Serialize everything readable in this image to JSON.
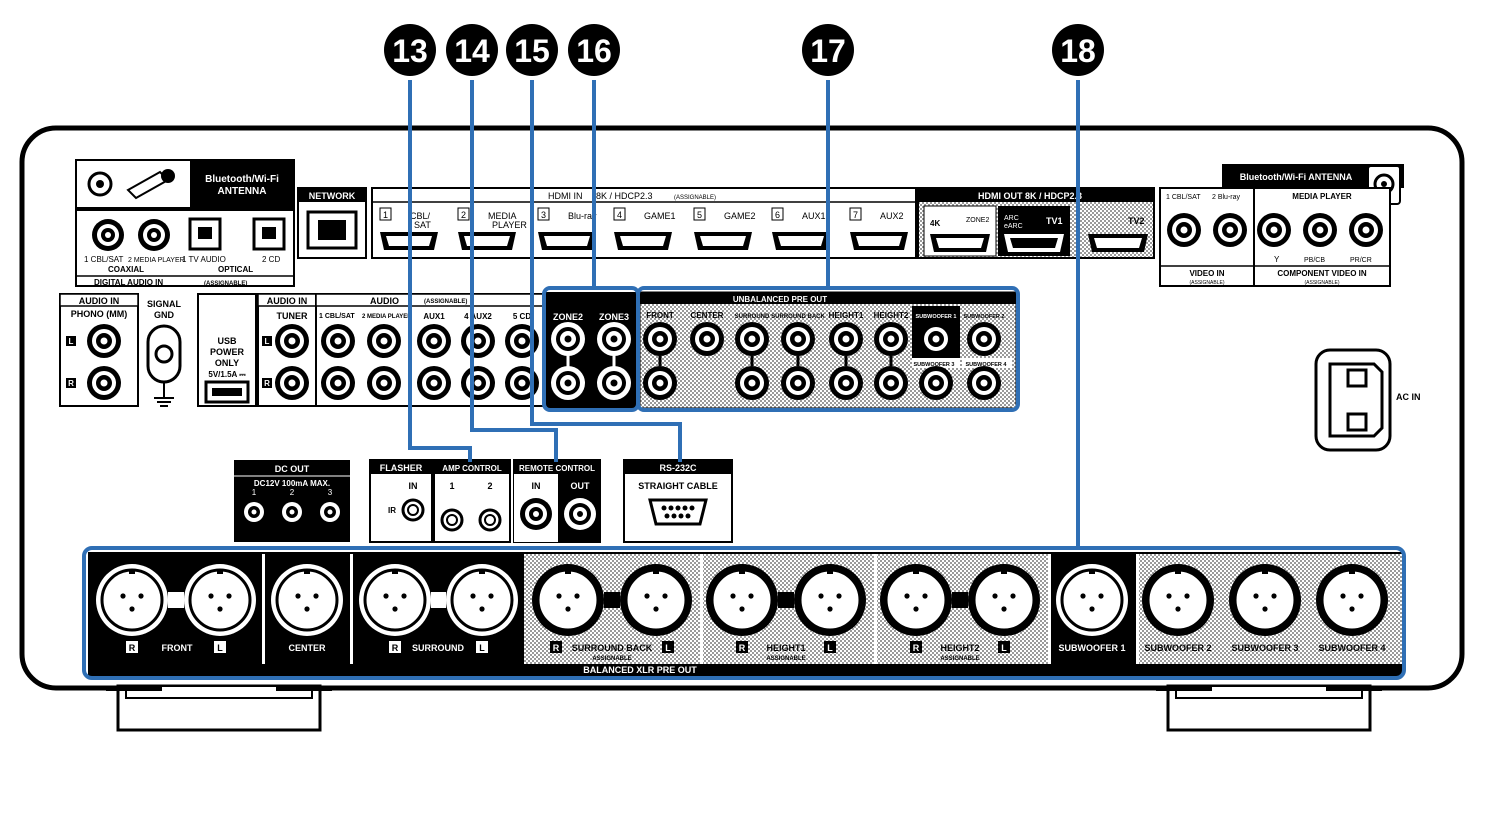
{
  "callouts": [
    "13",
    "14",
    "15",
    "16",
    "17",
    "18"
  ],
  "bt_antenna_left": [
    "Bluetooth/Wi-Fi",
    "ANTENNA"
  ],
  "bt_antenna_right": "Bluetooth/Wi-Fi ANTENNA",
  "network": "NETWORK",
  "hdmi_in": {
    "title": "HDMI IN",
    "title2": "8K / HDCP2.3",
    "assignable": "(ASSIGNABLE)",
    "inputs": [
      {
        "num": "1",
        "label": "CBL/",
        "label2": "SAT"
      },
      {
        "num": "2",
        "label": "MEDIA",
        "label2": "PLAYER"
      },
      {
        "num": "3",
        "label": "Blu-ray",
        "label2": ""
      },
      {
        "num": "4",
        "label": "GAME1",
        "label2": ""
      },
      {
        "num": "5",
        "label": "GAME2",
        "label2": ""
      },
      {
        "num": "6",
        "label": "AUX1",
        "label2": ""
      },
      {
        "num": "7",
        "label": "AUX2",
        "label2": ""
      }
    ]
  },
  "hdmi_out": {
    "title": "HDMI OUT  8K / HDCP2.3",
    "tags": [
      "4K",
      "ZONE2",
      "ARC",
      "eARC",
      "TV1",
      "TV2"
    ]
  },
  "digital_audio": {
    "coax": [
      "1 CBL/SAT",
      "2 MEDIA PLAYER"
    ],
    "optical": [
      "1 TV AUDIO",
      "2 CD"
    ],
    "coaxial_label": "COAXIAL",
    "optical_label": "OPTICAL",
    "title": "DIGITAL AUDIO IN",
    "assignable": "(ASSIGNABLE)"
  },
  "audio_in_phono": {
    "title": "AUDIO IN",
    "sub": "PHONO (MM)"
  },
  "signal_gnd": [
    "SIGNAL",
    "GND"
  ],
  "usb": [
    "USB",
    "POWER",
    "ONLY",
    "5V/1.5A ⎓"
  ],
  "audio_in_tuner": {
    "title": "AUDIO IN",
    "sub": "TUNER"
  },
  "audio_assign": {
    "title": "AUDIO",
    "assignable": "(ASSIGNABLE)",
    "labels": [
      "1 CBL/SAT",
      "2 MEDIA PLAYER",
      "AUX1",
      "4 AUX2",
      "5 CD"
    ]
  },
  "channel_tags": {
    "left": "L",
    "right": "R"
  },
  "zone_out": [
    "ZONE2",
    "ZONE3"
  ],
  "unbalanced_pre_out": {
    "title": "UNBALANCED PRE OUT",
    "labels": [
      "FRONT",
      "CENTER",
      "SURROUND",
      "SURROUND BACK",
      "HEIGHT1",
      "HEIGHT2",
      "SUBWOOFER 1",
      "SUBWOOFER 2",
      "SUBWOOFER 3",
      "SUBWOOFER 4"
    ]
  },
  "component_video": {
    "video_in_labels": [
      "1 CBL/SAT",
      "2 Blu-ray"
    ],
    "video_in_title": "VIDEO IN",
    "video_in_assign": "(ASSIGNABLE)",
    "media_player": "MEDIA PLAYER",
    "comp_labels": [
      "Y",
      "PB/CB",
      "PR/CR"
    ],
    "comp_title": "COMPONENT VIDEO IN",
    "comp_assign": "(ASSIGNABLE)"
  },
  "ac_in": "AC IN",
  "dc_out": {
    "title": "DC OUT",
    "sub": "DC12V 100mA MAX.",
    "nums": [
      "1",
      "2",
      "3"
    ]
  },
  "flasher": {
    "title": "FLASHER",
    "in": "IN",
    "ir": "IR"
  },
  "amp_control": {
    "title": "AMP CONTROL",
    "nums": [
      "1",
      "2"
    ]
  },
  "remote_control": {
    "title": "REMOTE CONTROL",
    "in": "IN",
    "out": "OUT"
  },
  "rs232c": {
    "title": "RS-232C",
    "sub": "STRAIGHT CABLE"
  },
  "balanced_xlr": {
    "title": "BALANCED XLR PRE OUT",
    "front": "FRONT",
    "center": "CENTER",
    "surround": "SURROUND",
    "surround_back": "SURROUND BACK",
    "height1": "HEIGHT1",
    "height2": "HEIGHT2",
    "assignable": "ASSIGNABLE",
    "subs": [
      "SUBWOOFER 1",
      "SUBWOOFER 2",
      "SUBWOOFER 3",
      "SUBWOOFER 4"
    ]
  },
  "colors": {
    "accent": "#2f6fb5",
    "panel": "#000000",
    "background": "#ffffff"
  }
}
